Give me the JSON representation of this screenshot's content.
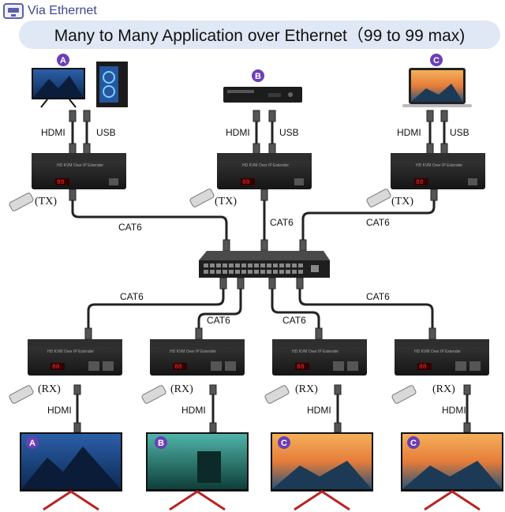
{
  "header": {
    "tag": "Via Ethernet"
  },
  "banner": {
    "title": "Many to Many Application over Ethernet（99 to 99 max)"
  },
  "sources": [
    {
      "badge": "A",
      "badge_color": "#6a3fb5",
      "hdmi": "HDMI",
      "usb": "USB",
      "mode": "(TX)"
    },
    {
      "badge": "B",
      "badge_color": "#6a3fb5",
      "hdmi": "HDMI",
      "usb": "USB",
      "mode": "(TX)"
    },
    {
      "badge": "C",
      "badge_color": "#6a3fb5",
      "hdmi": "HDMI",
      "usb": "USB",
      "mode": "(TX)"
    }
  ],
  "links_top": [
    "CAT6",
    "CAT6",
    "CAT6"
  ],
  "links_bottom": [
    "CAT6",
    "CAT6",
    "CAT6",
    "CAT6"
  ],
  "receivers": [
    {
      "mode": "(RX)",
      "hdmi": "HDMI",
      "badge": "A",
      "badge_color": "#6a3fb5"
    },
    {
      "mode": "(RX)",
      "hdmi": "HDMI",
      "badge": "B",
      "badge_color": "#6a3fb5"
    },
    {
      "mode": "(RX)",
      "hdmi": "HDMI",
      "badge": "C",
      "badge_color": "#6a3fb5"
    },
    {
      "mode": "(RX)",
      "hdmi": "HDMI",
      "badge": "C",
      "badge_color": "#6a3fb5"
    }
  ],
  "device_display": "88",
  "device_caption": "HD KVM Over IP Extender"
}
